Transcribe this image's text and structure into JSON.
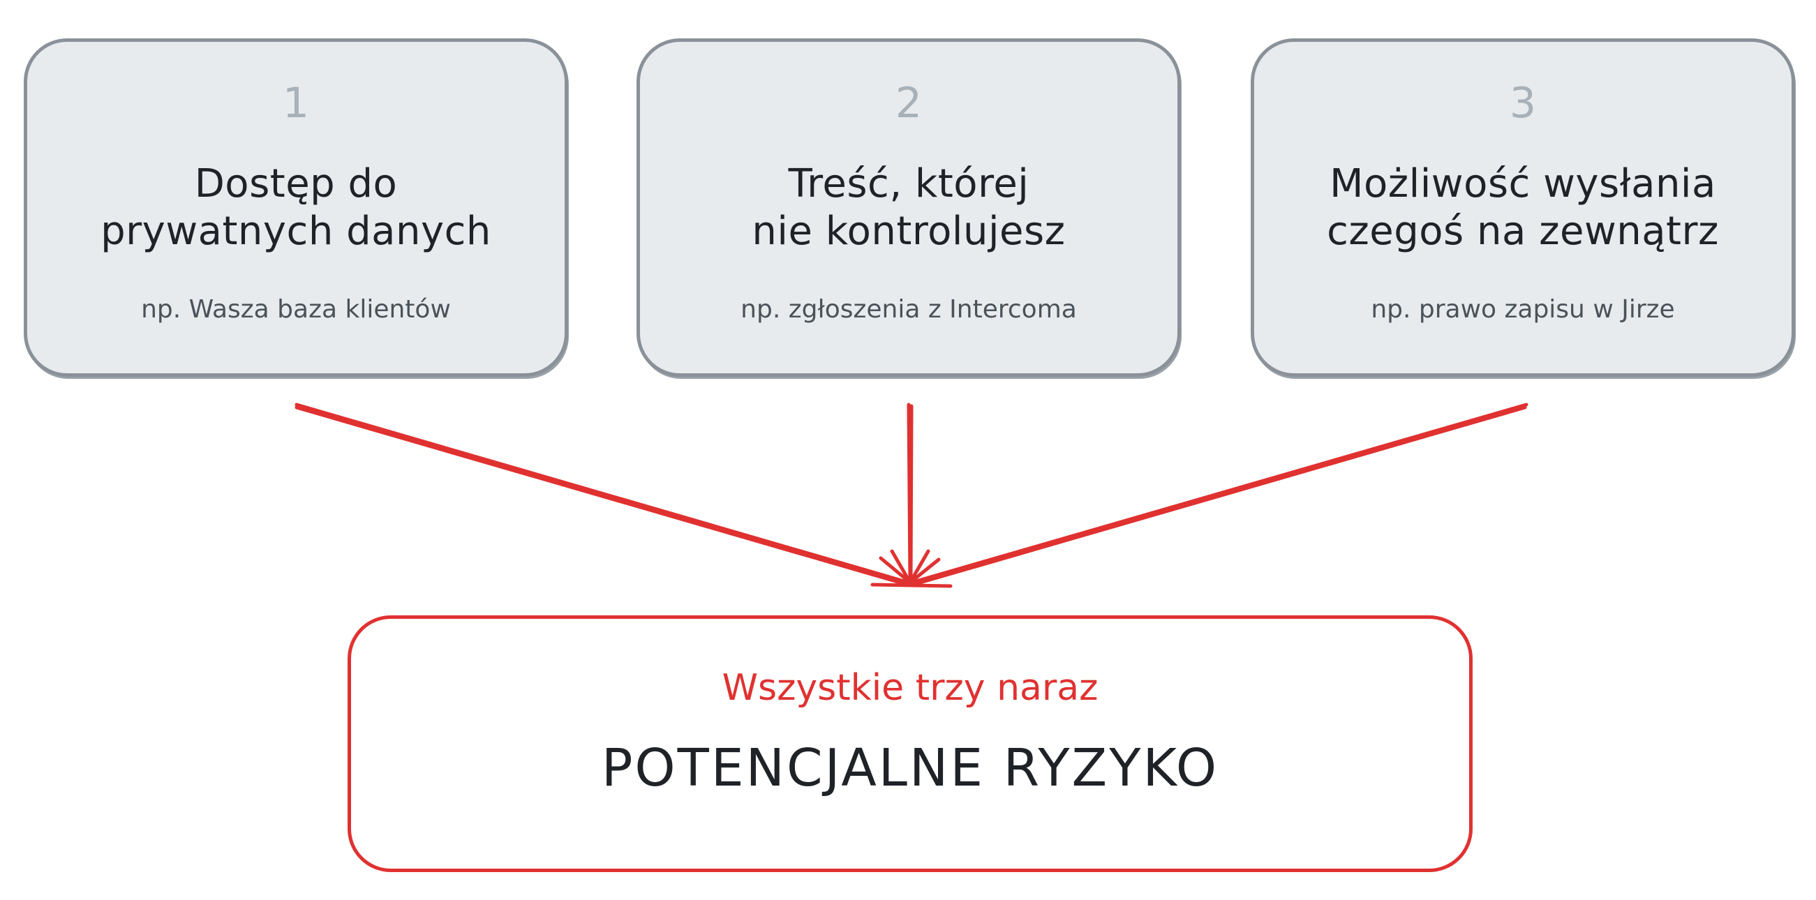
{
  "cards": [
    {
      "number": "1",
      "title_line1": "Dostęp do",
      "title_line2": "prywatnych danych",
      "example": "np. Wasza baza klientów"
    },
    {
      "number": "2",
      "title_line1": "Treść, której",
      "title_line2": "nie kontrolujesz",
      "example": "np. zgłoszenia z Intercoma"
    },
    {
      "number": "3",
      "title_line1": "Możliwość wysłania",
      "title_line2": "czegoś na zewnątrz",
      "example": "np. prawo zapisu w Jirze"
    }
  ],
  "result": {
    "subtitle": "Wszystkie trzy naraz",
    "title": "POTENCJALNE RYZYKO"
  },
  "colors": {
    "card_fill": "#e8ebee",
    "card_border": "#8a9199",
    "accent_red": "#e03131",
    "text_dark": "#1f2328",
    "text_muted": "#4b5258",
    "number_gray": "#a8b0b8"
  }
}
